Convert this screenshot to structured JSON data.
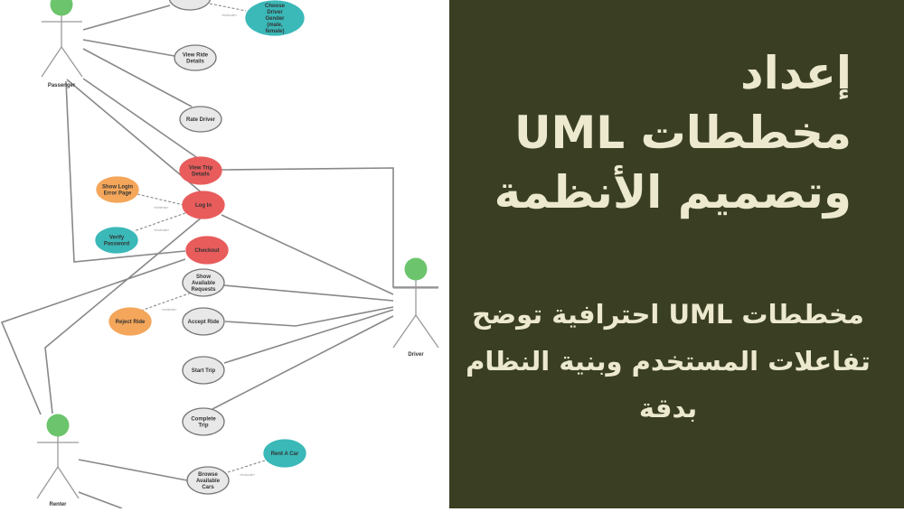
{
  "diagram": {
    "actors": [
      {
        "id": "passenger",
        "label": "Passenger"
      },
      {
        "id": "driver",
        "label": "Driver"
      },
      {
        "id": "renter",
        "label": "Renter"
      }
    ],
    "use_cases": [
      {
        "id": "request",
        "label": "",
        "color": "#e8e8e8"
      },
      {
        "id": "gender",
        "label": "Choose Driver Gender (male, female)",
        "color": "#3bb8b8"
      },
      {
        "id": "view_ride",
        "label": "View Ride Details",
        "color": "#e8e8e8"
      },
      {
        "id": "rate",
        "label": "Rate Driver",
        "color": "#e8e8e8"
      },
      {
        "id": "view_trip",
        "label": "View Trip Details",
        "color": "#e85c5c"
      },
      {
        "id": "login_err",
        "label": "Show Login Error Page",
        "color": "#f4a65a"
      },
      {
        "id": "login",
        "label": "Log In",
        "color": "#e85c5c"
      },
      {
        "id": "verify",
        "label": "Verify Password",
        "color": "#3bb8b8"
      },
      {
        "id": "checkout",
        "label": "Checkout",
        "color": "#e85c5c"
      },
      {
        "id": "show_req",
        "label": "Show Available Requests",
        "color": "#e8e8e8"
      },
      {
        "id": "reject",
        "label": "Reject Ride",
        "color": "#f4a65a"
      },
      {
        "id": "accept",
        "label": "Accept Ride",
        "color": "#e8e8e8"
      },
      {
        "id": "start",
        "label": "Start Trip",
        "color": "#e8e8e8"
      },
      {
        "id": "complete",
        "label": "Complete Trip",
        "color": "#e8e8e8"
      },
      {
        "id": "rent",
        "label": "Rent A Car",
        "color": "#3bb8b8"
      },
      {
        "id": "browse",
        "label": "Browse Available Cars",
        "color": "#e8e8e8"
      }
    ],
    "stereotypes": {
      "include": "«include»",
      "extend": "«extend»"
    },
    "actor_color": "#6cc46c"
  },
  "panel": {
    "title_lines": [
      "إعداد",
      "مخططات UML",
      "وتصميم الأنظمة"
    ],
    "subtitle": "مخططات UML احترافية توضح تفاعلات المستخدم وبنية النظام بدقة",
    "background": "#3a3f24",
    "text_color": "#ece9cf"
  }
}
